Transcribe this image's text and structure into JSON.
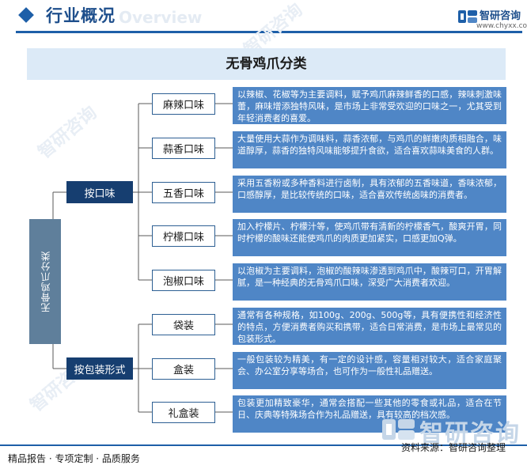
{
  "header": {
    "title": "行业概况",
    "watermark": "Overview",
    "logo_name": "智研咨询",
    "logo_url": "www.chyxx.com",
    "logo_icon": "chyxx-logo-icon"
  },
  "diagram": {
    "title": "无骨鸡爪分类",
    "root": "无骨鸡爪分类",
    "categories": [
      {
        "label": "按口味",
        "items": [
          {
            "name": "麻辣口味",
            "desc": "以辣椒、花椒等为主要调料，赋予鸡爪麻辣鲜香的口感，辣味刺激味蕾，麻味增添独特风味，是市场上非常受欢迎的口味之一，尤其受到年轻消费者的喜爱。"
          },
          {
            "name": "蒜香口味",
            "desc": "大量使用大蒜作为调味料，蒜香浓郁，与鸡爪的鲜嫩肉质相融合，味道醇厚，蒜香的独特风味能够提升食欲，适合喜欢蒜味美食的人群。"
          },
          {
            "name": "五香口味",
            "desc": "采用五香粉或多种香料进行卤制，具有浓郁的五香味道，香味浓郁，口感醇厚，是比较传统的口味，适合喜欢传统卤味的消费者。"
          },
          {
            "name": "柠檬口味",
            "desc": "加入柠檬片、柠檬汁等，使鸡爪带有清新的柠檬香气，酸爽开胃，同时柠檬的酸味还能使鸡爪的肉质更加紧实，口感更加Q弹。"
          },
          {
            "name": "泡椒口味",
            "desc": "以泡椒为主要调料，泡椒的酸辣味渗透到鸡爪中，酸辣可口，开胃解腻，是一种经典的无骨鸡爪口味，深受广大消费者欢迎。"
          }
        ]
      },
      {
        "label": "按包装形式",
        "items": [
          {
            "name": "袋装",
            "desc": "通常有各种规格，如100g、200g、500g等，具有便携性和经济性的特点，方便消费者购买和携带，适合日常消费，是市场上最常见的包装形式。"
          },
          {
            "name": "盒装",
            "desc": "一般包装较为精美，有一定的设计感，容量相对较大，适合家庭聚会、办公室分享等场合，也可作为一般性礼品赠送。"
          },
          {
            "name": "礼盒装",
            "desc": "包装更加精致豪华，通常会搭配一些其他的零食或礼品，适合在节日、庆典等特殊场合作为礼品赠送，具有较高的档次感。"
          }
        ]
      }
    ]
  },
  "footer": {
    "left": "精品报告 · 专项定制 · 品质服务",
    "source": "资料来源：智研咨询整理"
  },
  "colors": {
    "brand_blue": "#1e5fa8",
    "category_fill": "#163e70",
    "description_fill": "#4f86c6",
    "title_band": "#dceaf7",
    "root_fill": "#5f7f9b"
  }
}
